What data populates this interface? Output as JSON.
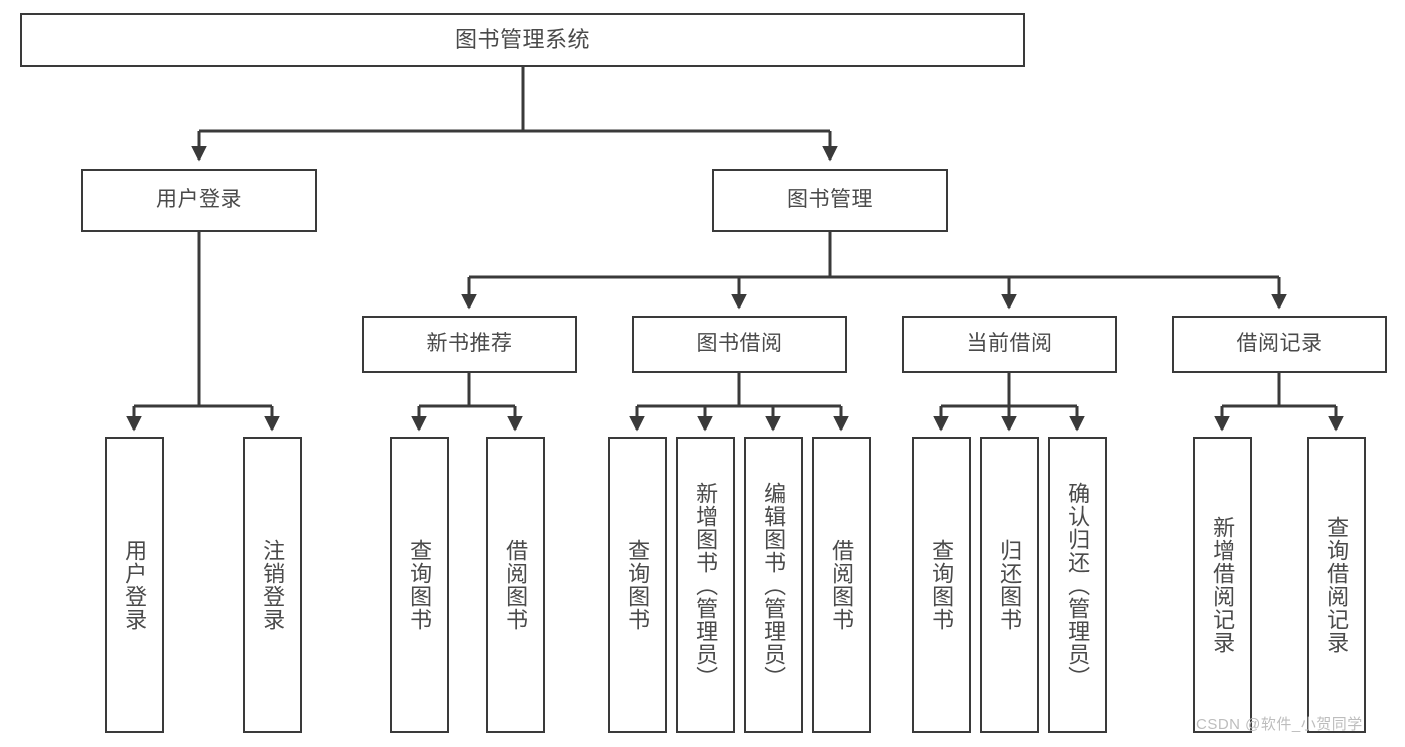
{
  "diagram": {
    "title": "图书管理系统",
    "watermark": "CSDN @软件_小贺同学",
    "colors": {
      "box_border": "#3a3a3a",
      "text": "#4a4a4a",
      "connector": "#3a3a3a",
      "background": "#ffffff",
      "watermark": "#bdbdbd"
    },
    "levels": {
      "root": "图书管理系统",
      "level2": [
        "用户登录",
        "图书管理"
      ],
      "level3": [
        "新书推荐",
        "图书借阅",
        "当前借阅",
        "借阅记录"
      ]
    },
    "nodes": {
      "root": "图书管理系统",
      "user_login": "用户登录",
      "book_manage": "图书管理",
      "new_book_rec": "新书推荐",
      "book_borrow": "图书借阅",
      "current_borrow": "当前借阅",
      "borrow_record": "借阅记录",
      "leaf_user_login": "用户登录",
      "leaf_logout": "注销登录",
      "leaf_query_book_1": "查询图书",
      "leaf_borrow_book_1": "借阅图书",
      "leaf_query_book_2": "查询图书",
      "leaf_add_book": "新增图书（管理员）",
      "leaf_edit_book": "编辑图书（管理员）",
      "leaf_borrow_book_2": "借阅图书",
      "leaf_query_book_3": "查询图书",
      "leaf_return_book": "归还图书",
      "leaf_confirm_return": "确认归还（管理员）",
      "leaf_add_record": "新增借阅记录",
      "leaf_query_record": "查询借阅记录"
    },
    "tree": {
      "name": "图书管理系统",
      "children": [
        {
          "name": "用户登录",
          "children": [
            {
              "name": "用户登录"
            },
            {
              "name": "注销登录"
            }
          ]
        },
        {
          "name": "图书管理",
          "children": [
            {
              "name": "新书推荐",
              "children": [
                {
                  "name": "查询图书"
                },
                {
                  "name": "借阅图书"
                }
              ]
            },
            {
              "name": "图书借阅",
              "children": [
                {
                  "name": "查询图书"
                },
                {
                  "name": "新增图书（管理员）"
                },
                {
                  "name": "编辑图书（管理员）"
                },
                {
                  "name": "借阅图书"
                }
              ]
            },
            {
              "name": "当前借阅",
              "children": [
                {
                  "name": "查询图书"
                },
                {
                  "name": "归还图书"
                },
                {
                  "name": "确认归还（管理员）"
                }
              ]
            },
            {
              "name": "借阅记录",
              "children": [
                {
                  "name": "新增借阅记录"
                },
                {
                  "name": "查询借阅记录"
                }
              ]
            }
          ]
        }
      ]
    }
  }
}
